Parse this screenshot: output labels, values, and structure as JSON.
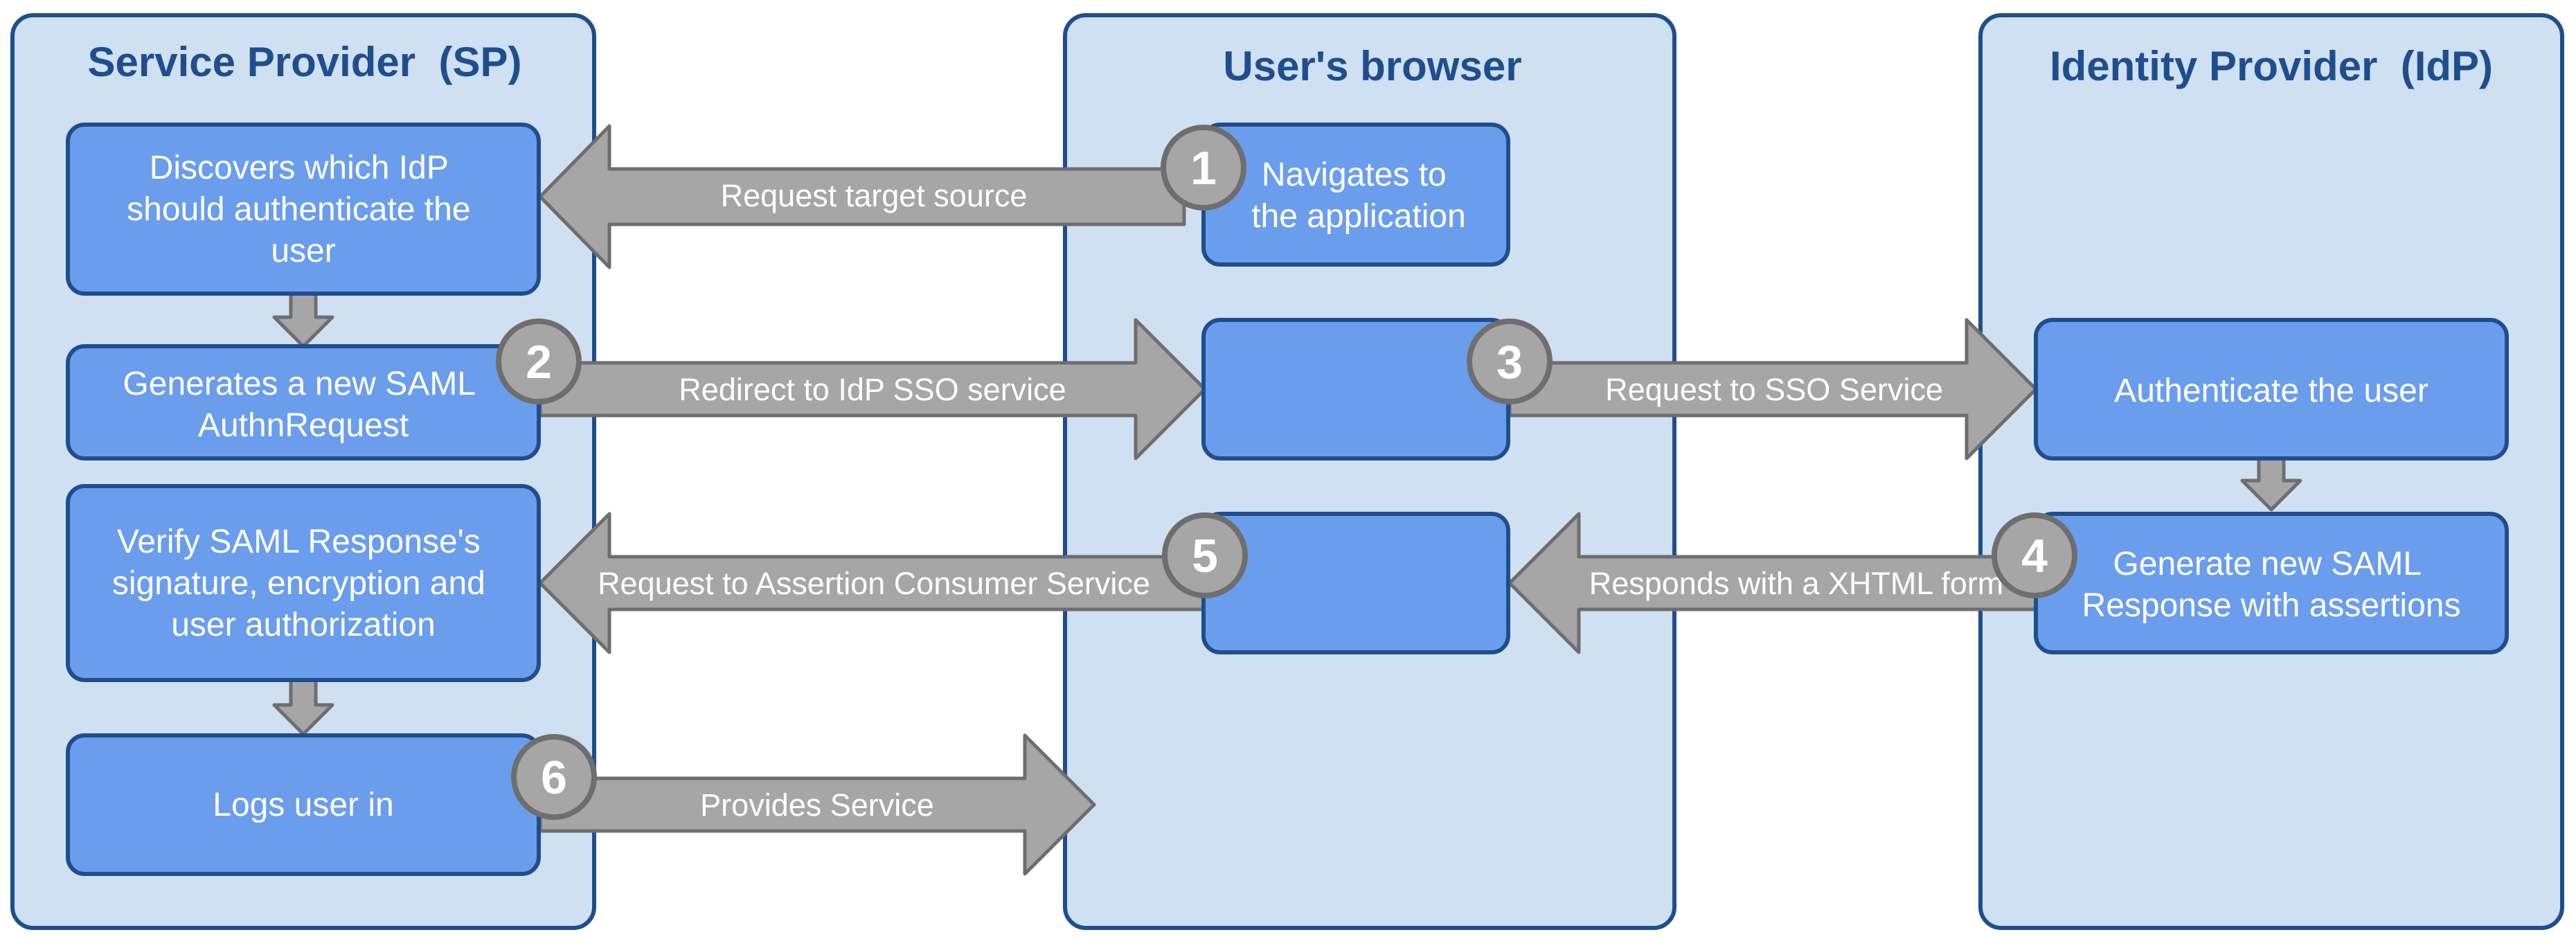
{
  "lanes": {
    "sp": {
      "title": "Service Provider  (SP)"
    },
    "browser": {
      "title": "User's browser"
    },
    "idp": {
      "title": "Identity Provider  (IdP)"
    }
  },
  "boxes": {
    "sp_discover": [
      "Discovers which IdP",
      "should authenticate the",
      "user"
    ],
    "sp_generate": [
      "Generates a new SAML",
      "AuthnRequest"
    ],
    "sp_verify": [
      "Verify SAML Response's",
      "signature, encryption and",
      "user authorization"
    ],
    "sp_login": [
      "Logs user in"
    ],
    "browser_navigate": [
      "Navigates to",
      "the application"
    ],
    "idp_authenticate": [
      "Authenticate the user"
    ],
    "idp_generate": [
      "Generate new SAML",
      "Response with assertions"
    ]
  },
  "arrows": {
    "request_target": "Request target source",
    "redirect_idp": "Redirect to IdP SSO service",
    "request_sso": "Request to SSO Service",
    "responds_form": "Responds with a XHTML form",
    "request_acs": "Request to Assertion Consumer Service",
    "provides_service": "Provides Service"
  },
  "steps": [
    "1",
    "2",
    "3",
    "4",
    "5",
    "6"
  ],
  "colors": {
    "lane_fill": "#cfe0f2",
    "lane_stroke": "#1f4e8c",
    "box_fill": "#6b9ded",
    "box_stroke": "#1f4e8c",
    "arrow_fill": "#a6a6a6",
    "arrow_stroke": "#6e6e6e",
    "title_color": "#1f4e8c"
  }
}
